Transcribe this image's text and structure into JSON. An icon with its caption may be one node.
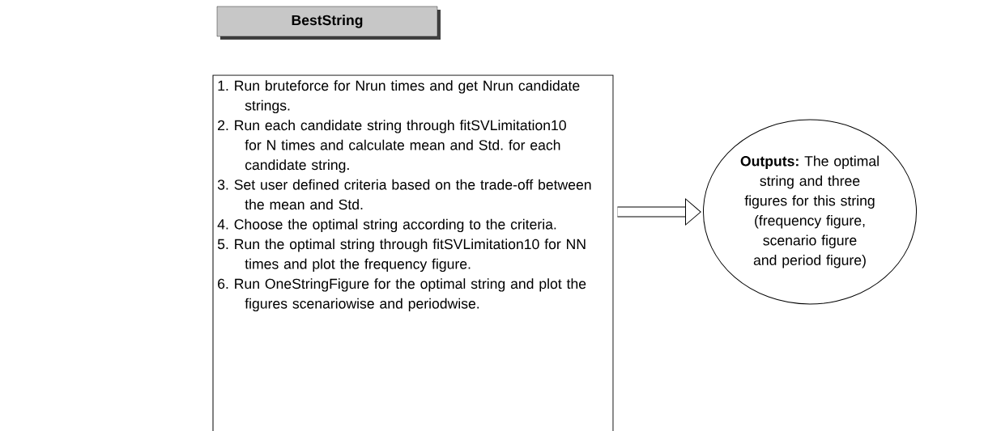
{
  "diagram": {
    "nodes": [
      {
        "text": [
          "BestString"
        ]
      },
      {
        "text": [
          "1. Run bruteforce for Nrun times and get Nrun candidate strings.",
          "2. Run each candidate string through fitSVLimitation10 for N times and calculate mean and Std. for each candidate string.",
          "3. Set user defined criteria based on the trade-off between the mean and Std.",
          "4. Choose the optimal string according to the criteria.",
          "5. Run the optimal string through fitSVLimitation10 for NN times and plot the frequency figure.",
          "6. Run OneStringFigure for the optimal string and plot the figures scenariowise and periodwise."
        ]
      },
      {
        "text": [
          "**Outputs:** The optimal string and three figures for this string (frequency figure, scenario figure and period figure)"
        ]
      }
    ],
    "edges": [
      {
        "from": 1,
        "to": 2,
        "arrow": "to"
      }
    ]
  }
}
